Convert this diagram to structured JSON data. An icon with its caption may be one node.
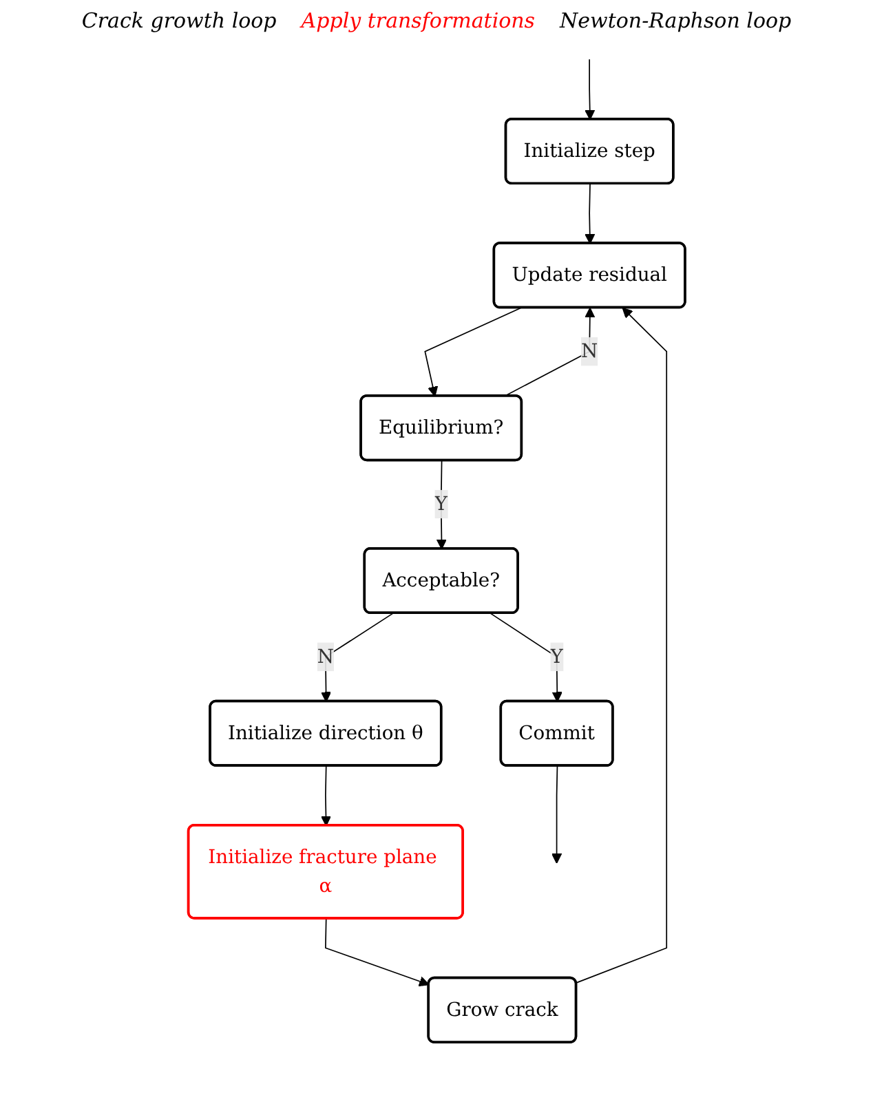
{
  "diagram": {
    "nodes": [
      {
        "text": [
          "Initialize step"
        ]
      },
      {
        "text": [
          "Update residual"
        ]
      },
      {
        "text": [
          "Equilibrium?"
        ]
      },
      {
        "text": [
          "Acceptable?"
        ]
      },
      {
        "text": [
          "Commit"
        ]
      },
      {
        "text": [
          "Initialize direction θ"
        ]
      },
      {
        "text": [
          "Initialize fracture plane α"
        ]
      },
      {
        "text": [
          "Grow crack"
        ]
      }
    ],
    "edges": [
      {
        "from": null,
        "to": 0,
        "arrow": "to"
      },
      {
        "from": 0,
        "to": 1,
        "arrow": "to"
      },
      {
        "from": 1,
        "to": 2,
        "arrow": "to"
      },
      {
        "from": 2,
        "to": 1,
        "label": "N",
        "arrow": "to"
      },
      {
        "from": 2,
        "to": 3,
        "label": "Y",
        "arrow": "to"
      },
      {
        "from": 3,
        "to": 4,
        "label": "Y",
        "arrow": "to"
      },
      {
        "from": 3,
        "to": 5,
        "label": "N",
        "arrow": "to"
      },
      {
        "from": 4,
        "to": null,
        "arrow": "to"
      },
      {
        "from": 5,
        "to": 6,
        "arrow": "to"
      },
      {
        "from": 6,
        "to": 7,
        "arrow": "to"
      },
      {
        "from": 7,
        "to": 1,
        "arrow": "to"
      }
    ],
    "labels": [
      "Crack growth loop",
      "Apply transformations",
      "Newton-Raphson loop"
    ]
  }
}
